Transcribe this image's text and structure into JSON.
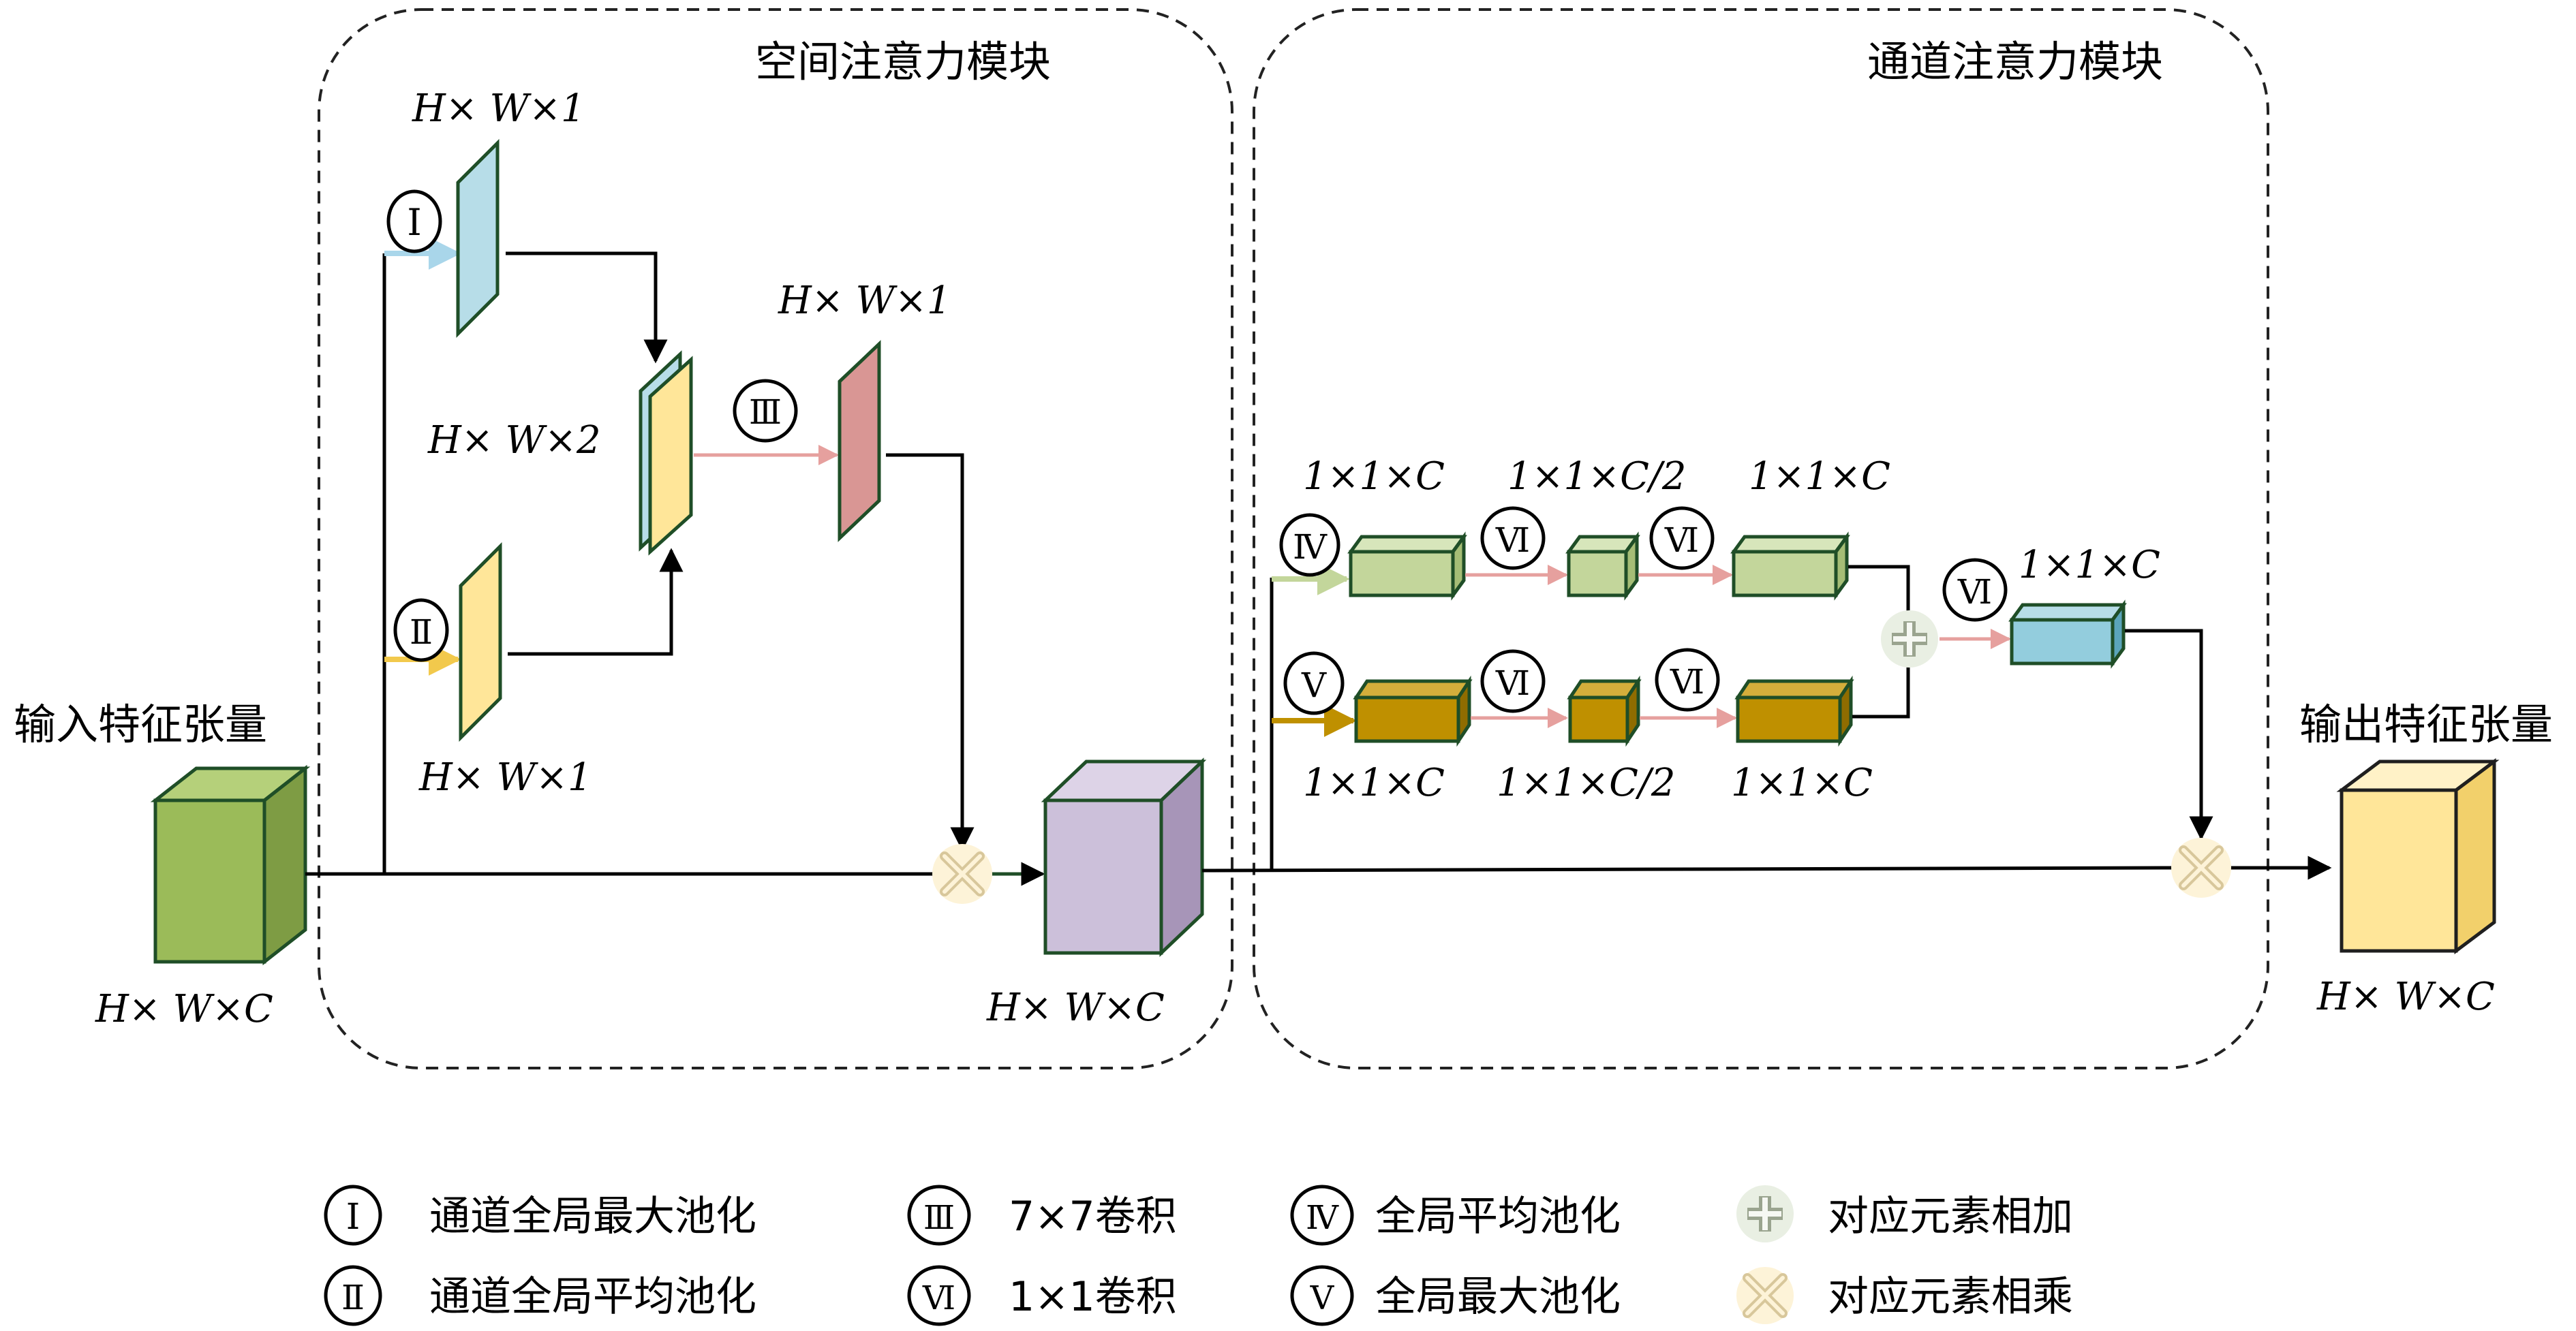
{
  "modules": {
    "spatial_title": "空间注意力模块",
    "channel_title": "通道注意力模块"
  },
  "io": {
    "input_title": "输入特征张量",
    "output_title": "输出特征张量",
    "input_dim": "H× W×C",
    "mid_dim": "H× W×C",
    "output_dim": "H× W×C"
  },
  "spatial": {
    "max_map_dim": "H× W×1",
    "avg_map_dim": "H× W×1",
    "concat_dim": "H× W×2",
    "attn_map_dim": "H× W×1"
  },
  "channel": {
    "top_dims": [
      "1×1×C",
      "1×1×C/2",
      "1×1×C"
    ],
    "bottom_dims": [
      "1×1×C",
      "1×1×C/2",
      "1×1×C"
    ],
    "sum_dim": "1×1×C"
  },
  "markers": {
    "i": "Ⅰ",
    "ii": "Ⅱ",
    "iii": "Ⅲ",
    "iv": "Ⅳ",
    "v": "Ⅴ",
    "vi": "Ⅵ"
  },
  "legend": [
    {
      "marker": "Ⅰ",
      "text": "通道全局最大池化"
    },
    {
      "marker": "Ⅱ",
      "text": "通道全局平均池化"
    },
    {
      "marker": "Ⅲ",
      "text": "7×7卷积"
    },
    {
      "marker": "Ⅵ",
      "text": "1×1卷积"
    },
    {
      "marker": "Ⅳ",
      "text": "全局平均池化"
    },
    {
      "marker": "Ⅴ",
      "text": "全局最大池化"
    },
    {
      "marker": "",
      "text": "对应元素相加"
    },
    {
      "marker": "",
      "text": "对应元素相乘"
    }
  ],
  "colors": {
    "green_cube": "#9bbb59",
    "purple_cube": "#ccc0da",
    "yellow_cube": "#ffe699",
    "blue_map": "#b7dde8",
    "red_map": "#d99694",
    "light_green": "#c3d69b",
    "olive": "#bf9000",
    "teal": "#93cddd",
    "pink_arrow": "#e6a09e",
    "outline": "#1f4e27"
  }
}
